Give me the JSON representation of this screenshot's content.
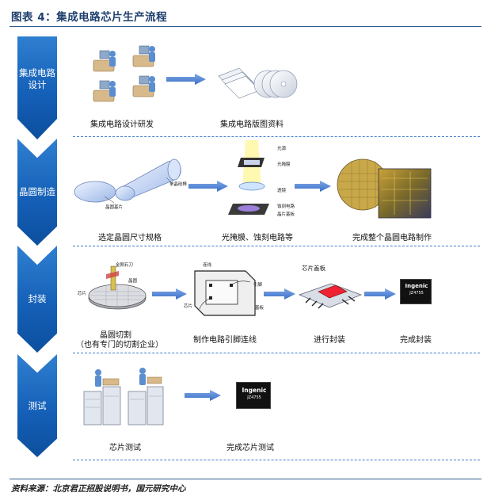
{
  "figure": {
    "title": "图表 4：集成电路芯片生产流程"
  },
  "source": "资料来源：北京君正招股说明书，国元研究中心",
  "stages": {
    "design": {
      "label": "集成电路\n设计",
      "step1": "集成电路设计研发",
      "step2": "集成电路版图资料"
    },
    "wafer": {
      "label": "晶圆制造",
      "step1": "选定晶圆尺寸规格",
      "step2": "光掩膜、蚀刻电路等",
      "step3": "完成整个晶圆电路制作",
      "callout_wafer_substrate": "晶圆基片",
      "callout_silicon_ingot": "单晶硅棒",
      "callout_light": "光源",
      "callout_mask": "光掩膜",
      "callout_lens": "透镜",
      "callout_etched": "蚀刻电路",
      "callout_substrate": "晶片基板"
    },
    "package": {
      "label": "封装",
      "step1_line1": "晶圆切割",
      "step1_line2": "（也有专门的切割企业）",
      "step2": "制作电路引脚连线",
      "step3": "进行封装",
      "step4": "完成封装",
      "callout_blade": "金刚石刀",
      "callout_wafer": "晶圆",
      "callout_die": "芯片",
      "callout_wire": "连线",
      "callout_pins": "引脚",
      "callout_die2": "芯片",
      "callout_frame": "基板",
      "callout_cover": "芯片盖板",
      "chip_brand": "Ingenic",
      "chip_model": "JZ4755"
    },
    "test": {
      "label": "测试",
      "step1": "芯片测试",
      "step2": "完成芯片测试",
      "chip_brand": "Ingenic",
      "chip_model": "JZ4755"
    }
  },
  "colors": {
    "chevron": "#1560b8",
    "arrow": "#4a7fd4",
    "rule": "#2f5a8f",
    "title": "#1f3f6e"
  }
}
